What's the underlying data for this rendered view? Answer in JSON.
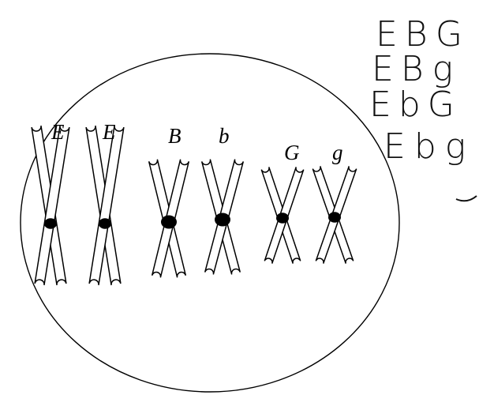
{
  "diagram": {
    "cell": {
      "outline_color": "#000000",
      "fill": "#ffffff"
    },
    "chromosome_pairs": [
      {
        "pair": "E",
        "chromosomes": [
          {
            "allele": "E"
          },
          {
            "allele": "E"
          }
        ]
      },
      {
        "pair": "B",
        "chromosomes": [
          {
            "allele": "B"
          },
          {
            "allele": "b"
          }
        ]
      },
      {
        "pair": "G",
        "chromosomes": [
          {
            "allele": "G"
          },
          {
            "allele": "g"
          }
        ]
      }
    ],
    "centromere_color": "#000000"
  },
  "gamete_combinations": [
    [
      "E",
      "B",
      "G"
    ],
    [
      "E",
      "B",
      "g"
    ],
    [
      "E",
      "b",
      "G"
    ],
    [
      "E",
      "b",
      "g"
    ]
  ]
}
